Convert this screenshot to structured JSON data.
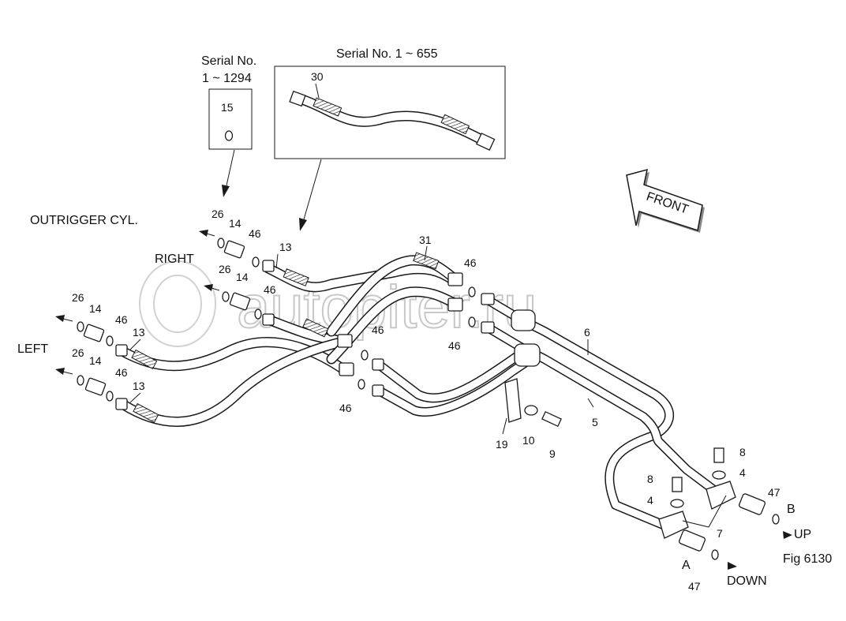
{
  "figure": {
    "fig_label": "Fig 6130",
    "watermark": "autopiter.ru",
    "front_label": "FRONT"
  },
  "captions": {
    "outrigger": "OUTRIGGER CYL.",
    "right": "RIGHT",
    "left": "LEFT",
    "up": "UP",
    "down": "DOWN",
    "port_a": "A",
    "port_b": "B"
  },
  "insets": {
    "small": {
      "title_line1": "Serial No.",
      "title_line2": "1 ~ 1294",
      "part": "15"
    },
    "large": {
      "title": "Serial No. 1 ~ 655",
      "part": "30"
    }
  },
  "callouts": {
    "c26_a": "26",
    "c14_a": "14",
    "c46_a": "46",
    "c13_a": "13",
    "c31": "31",
    "c46_b": "46",
    "c26_b": "26",
    "c14_b": "14",
    "c46_c": "46",
    "c26_c": "26",
    "c14_c": "14",
    "c46_d": "46",
    "c13_b": "13",
    "c46_e": "46",
    "c46_f": "46",
    "c6": "6",
    "c26_d": "26",
    "c14_d": "14",
    "c46_g": "46",
    "c13_c": "13",
    "c46_h": "46",
    "c5": "5",
    "c19": "19",
    "c10": "10",
    "c9": "9",
    "c8_a": "8",
    "c4_a": "4",
    "c8_b": "8",
    "c4_b": "4",
    "c7": "7",
    "c47_a": "47",
    "c47_b": "47"
  },
  "colors": {
    "line": "#1a1a1a",
    "watermark": "#c8c8c8",
    "background": "#ffffff"
  }
}
